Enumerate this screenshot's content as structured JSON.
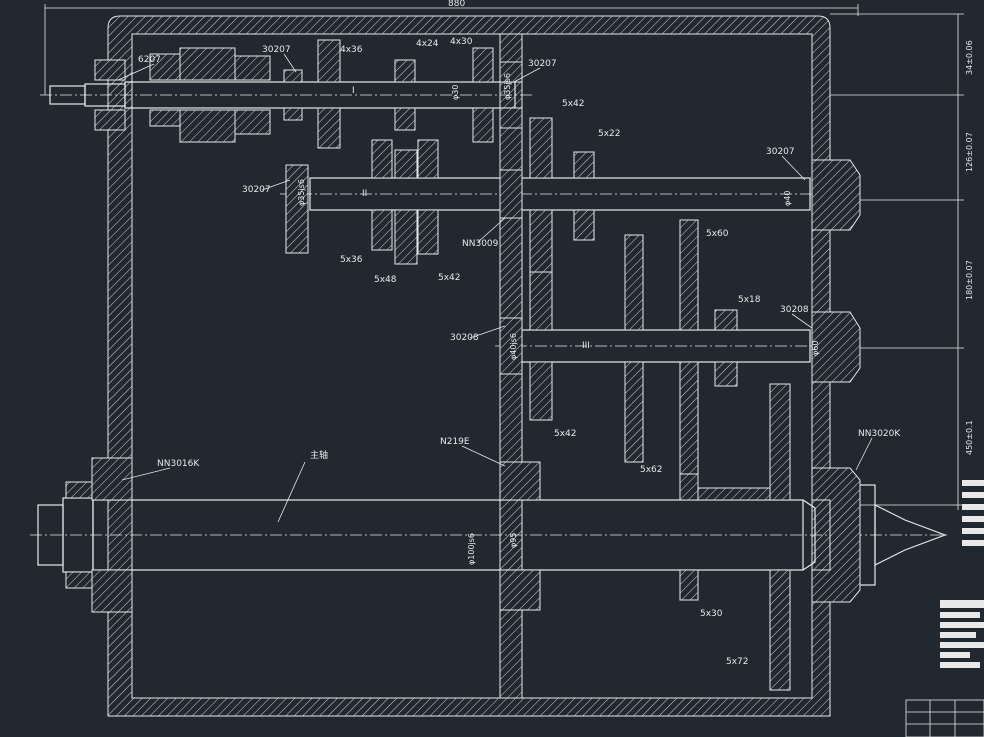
{
  "drawing": {
    "overall_width": "880",
    "shaft_labels": {
      "i": "I",
      "ii": "II",
      "iii": "III",
      "main": "主轴"
    },
    "bearings": {
      "b6207": "6207",
      "b30207_a": "30207",
      "b30207_b": "30207",
      "b30207_c": "30207",
      "b30207_d": "30207",
      "nn3009": "NN3009",
      "b30208_a": "30208",
      "b30208_b": "30208",
      "nn3016k": "NN3016K",
      "n219e": "N219E",
      "nn3020k": "NN3020K"
    },
    "gears": {
      "g4x36": "4x36",
      "g4x24": "4x24",
      "g4x30": "4x30",
      "g5x42a": "5x42",
      "g5x22": "5x22",
      "g5x36": "5x36",
      "g5x48": "5x48",
      "g5x42b": "5x42",
      "g5x60": "5x60",
      "g5x18": "5x18",
      "g5x42c": "5x42",
      "g5x62": "5x62",
      "g5x30": "5x30",
      "g5x72": "5x72"
    },
    "diameters": {
      "d30_i": "φ30",
      "d35_i": "φ35js6",
      "d35_ii": "φ35js6",
      "d40_ii": "φ40",
      "d40_iii": "φ40js6",
      "d60_iii": "φ60",
      "d100_main": "φ100js6",
      "d95_main": "φ95"
    },
    "dimensions": {
      "dim1": "34±0.06",
      "dim2": "126±0.07",
      "dim3": "180±0.07",
      "dim4": "450±0.1"
    }
  }
}
